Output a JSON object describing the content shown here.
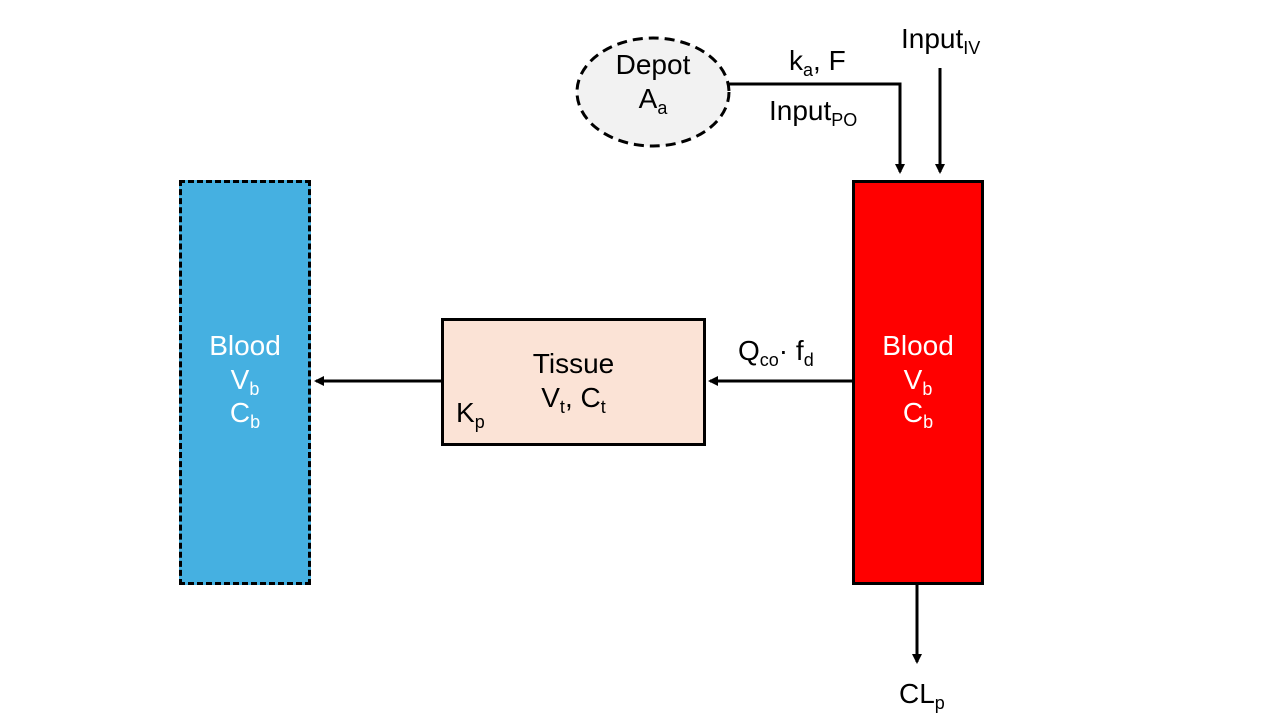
{
  "diagram": {
    "depot": {
      "name": "Depot",
      "amount_base": "A",
      "amount_sub": "a",
      "fill": "#F2F2F2"
    },
    "absorption": {
      "rate_base": "k",
      "rate_sub": "a",
      "rate_suffix": ", F",
      "input_base": "Input",
      "input_sub": "PO"
    },
    "iv_input": {
      "base": "Input",
      "sub": "IV"
    },
    "blood_central": {
      "name": "Blood",
      "volume_base": "V",
      "volume_sub": "b",
      "conc_base": "C",
      "conc_sub": "b",
      "fill": "#FF0000"
    },
    "blood_peripheral": {
      "name": "Blood",
      "volume_base": "V",
      "volume_sub": "b",
      "conc_base": "C",
      "conc_sub": "b",
      "fill": "#45B0E1"
    },
    "tissue": {
      "name": "Tissue",
      "vol_base": "V",
      "vol_sub": "t",
      "sep": ", ",
      "conc_base": "C",
      "conc_sub": "t",
      "partition_base": "K",
      "partition_sub": "p",
      "fill": "#FBE3D6"
    },
    "flow": {
      "q_base": "Q",
      "q_sub": "co",
      "dot": "· f",
      "f_sub": "d"
    },
    "clearance": {
      "base": "CL",
      "sub": "p"
    }
  }
}
